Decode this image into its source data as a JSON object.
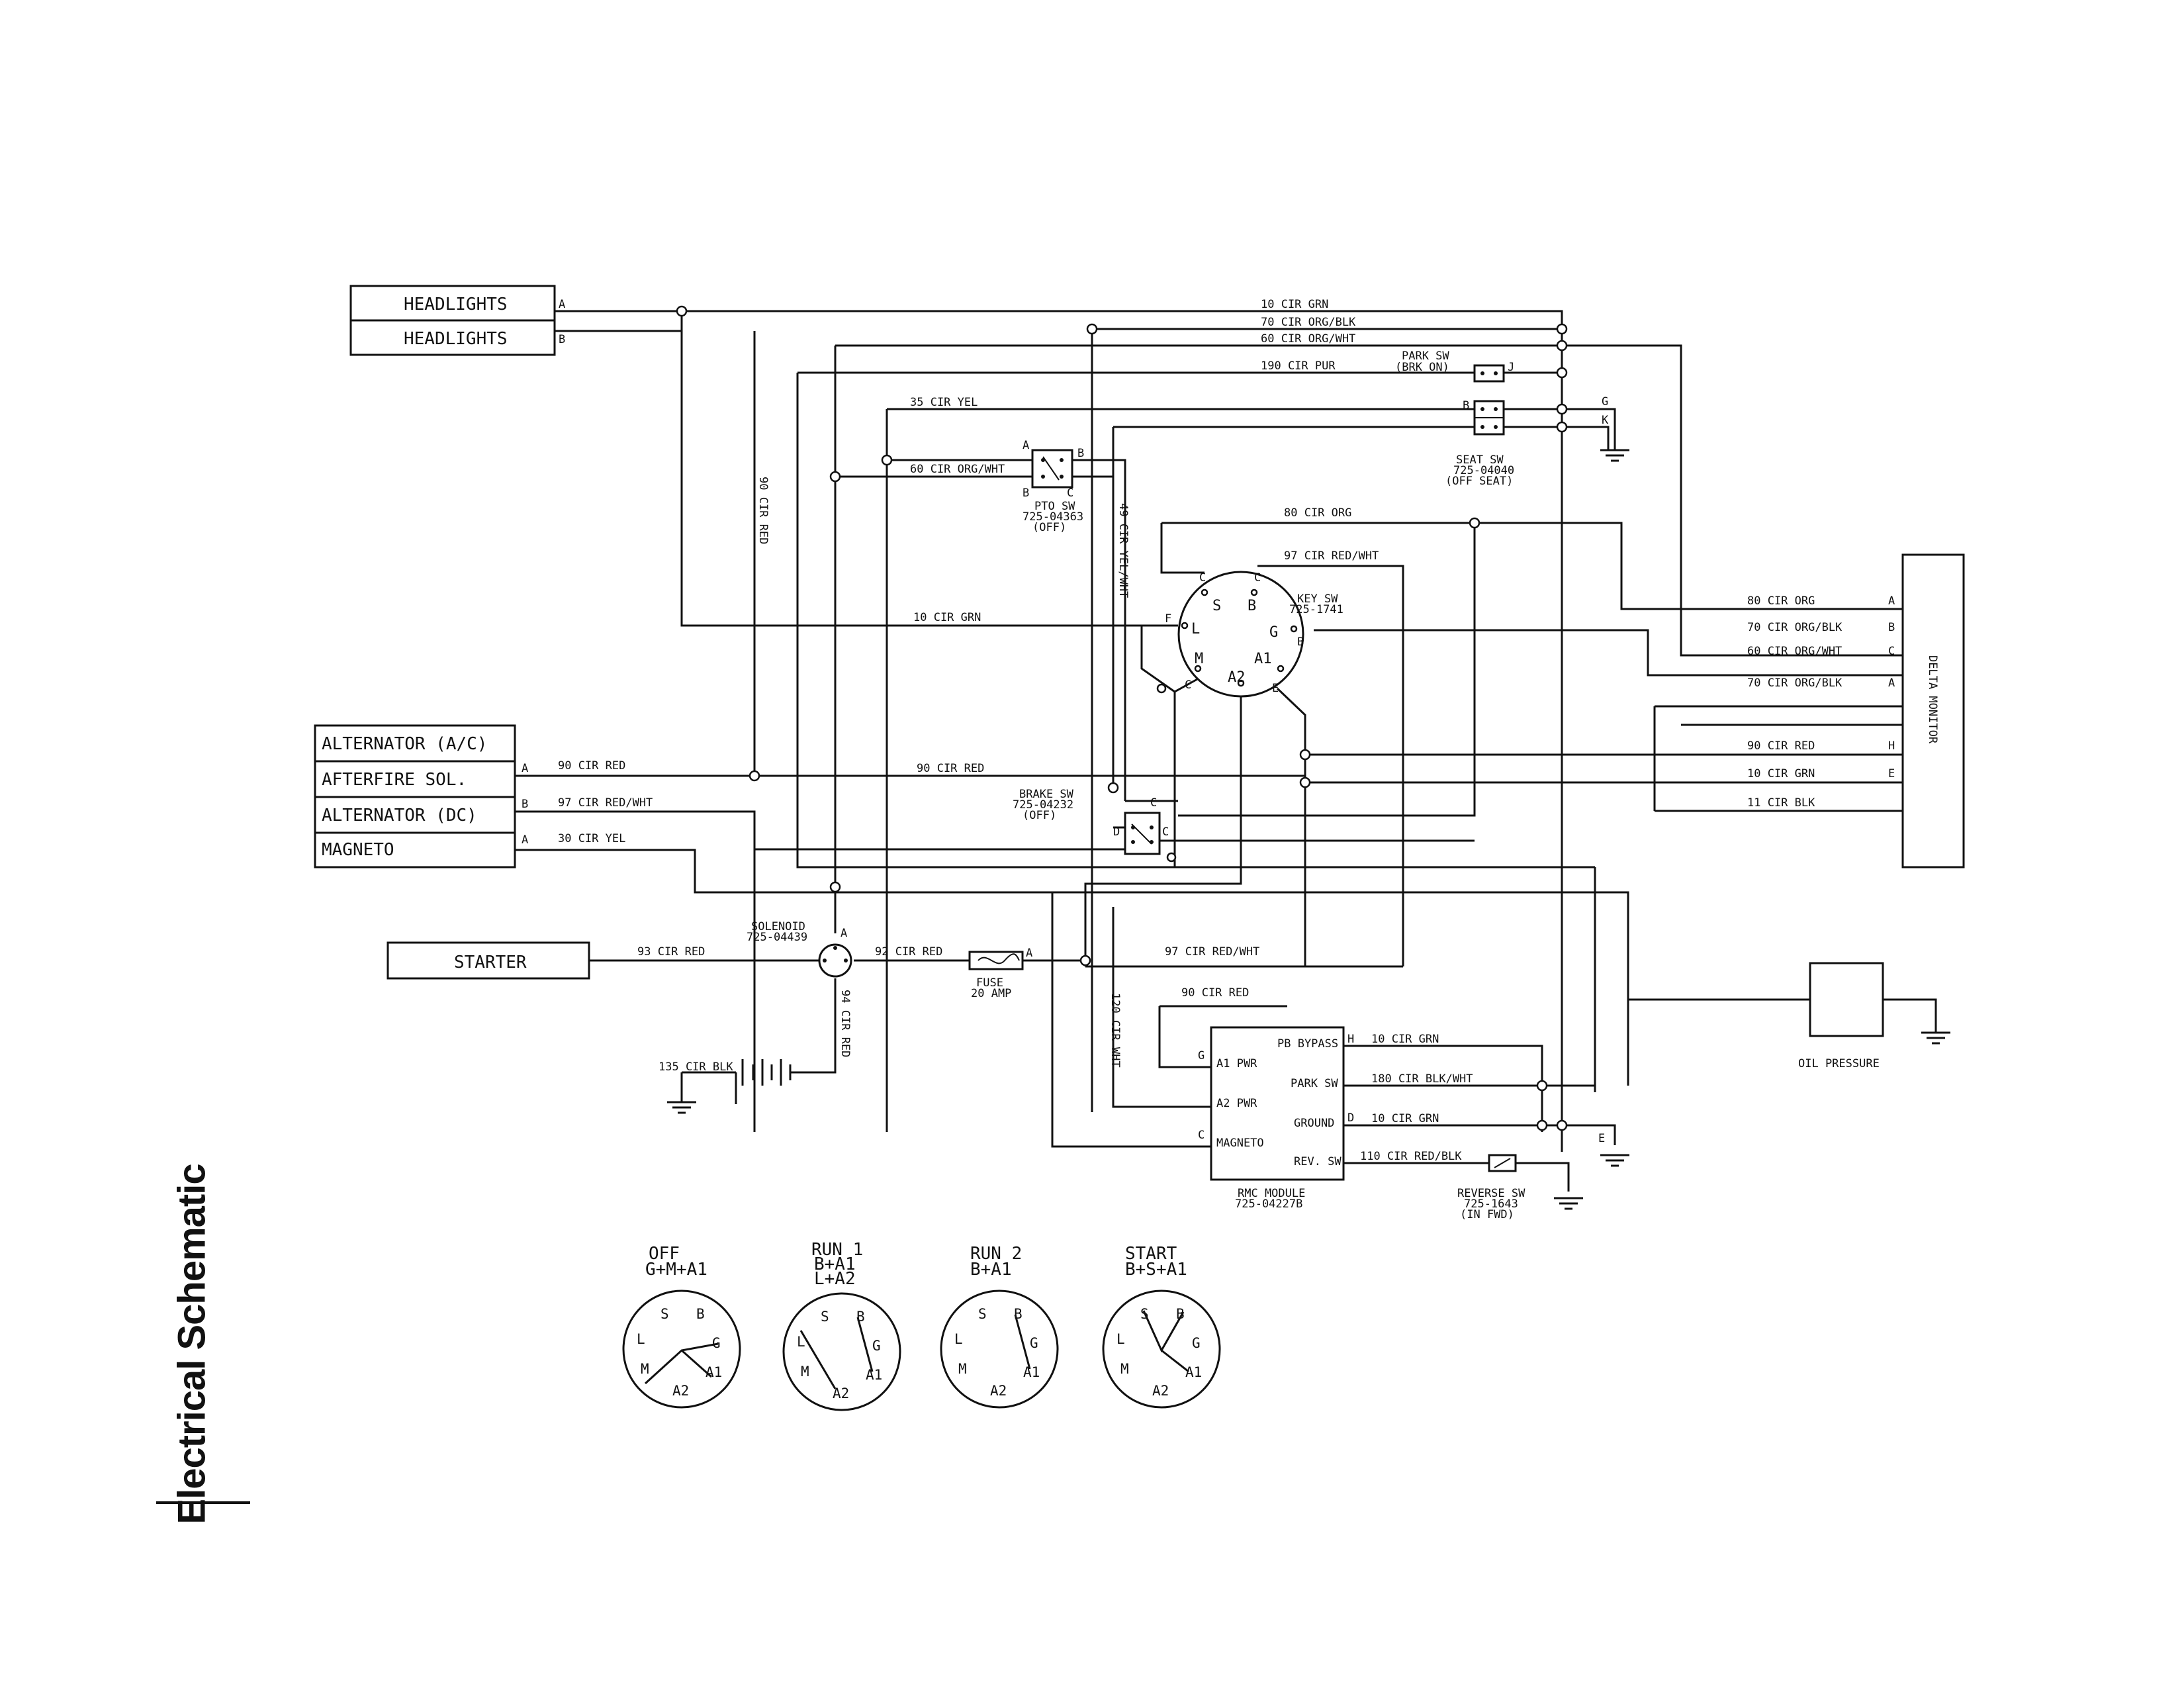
{
  "page": {
    "title": "Electrical Schematic"
  },
  "left_boxes": {
    "headlights_a": "HEADLIGHTS",
    "headlights_b": "HEADLIGHTS",
    "alternator_ac": "ALTERNATOR (A/C)",
    "afterfire": "AFTERFIRE SOL.",
    "alternator_dc": "ALTERNATOR (DC)",
    "magneto": "MAGNETO",
    "starter": "STARTER"
  },
  "pins": {
    "a": "A",
    "b": "B",
    "c": "C",
    "d": "D",
    "e": "E",
    "f": "F",
    "g": "G",
    "h": "H",
    "j": "J",
    "k": "K"
  },
  "wires": {
    "w10_grn": "10 CIR GRN",
    "w70_org_blk": "70 CIR ORG/BLK",
    "w60_org_wht": "60 CIR ORG/WHT",
    "w190_pur": "190 CIR PUR",
    "w35_yel": "35 CIR YEL",
    "w90_red": "90 CIR RED",
    "w49_yel_wht": "49 CIR YEL/WHT",
    "w80_org": "80 CIR ORG",
    "w97_red_wht": "97 CIR RED/WHT",
    "w30_yel": "30 CIR YEL",
    "w93_red": "93 CIR RED",
    "w92_red": "92 CIR RED",
    "w94_red": "94 CIR RED",
    "w135_blk": "135 CIR BLK",
    "w120_wht": "120 CIR WHT",
    "w180_blk_wht": "180 CIR BLK/WHT",
    "w110_red_blk": "110 CIR RED/BLK",
    "w11_blk": "11 CIR BLK"
  },
  "components": {
    "park_sw": [
      "PARK SW",
      "(BRK ON)"
    ],
    "seat_sw": [
      "SEAT SW",
      "725-04040",
      "(OFF SEAT)"
    ],
    "pto_sw": [
      "PTO SW",
      "725-04363",
      "(OFF)"
    ],
    "key_sw": [
      "KEY SW",
      "725-1741"
    ],
    "brake_sw": [
      "BRAKE SW",
      "725-04232",
      "(OFF)"
    ],
    "solenoid": [
      "SOLENOID",
      "725-04439"
    ],
    "fuse": [
      "FUSE",
      "20 AMP"
    ],
    "rmc_module": [
      "RMC MODULE",
      "725-04227B"
    ],
    "reverse_sw": [
      "REVERSE SW",
      "725-1643",
      "(IN FWD)"
    ],
    "delta_monitor": "DELTA MONITOR",
    "oil_pressure": "OIL PRESSURE"
  },
  "rmc_pins": {
    "a1_pwr": "A1 PWR",
    "a2_pwr": "A2 PWR",
    "magneto": "MAGNETO",
    "pb_bypass": "PB BYPASS",
    "park_sw": "PARK SW",
    "ground": "GROUND",
    "rev_sw": "REV. SW"
  },
  "key_terminals": {
    "s": "S",
    "b": "B",
    "l": "L",
    "g": "G",
    "m": "M",
    "a1": "A1",
    "a2": "A2"
  },
  "key_positions": [
    {
      "title": "OFF",
      "combo": [
        "G+M+A1"
      ]
    },
    {
      "title": "RUN 1",
      "combo": [
        "B+A1",
        "L+A2"
      ]
    },
    {
      "title": "RUN 2",
      "combo": [
        "B+A1"
      ]
    },
    {
      "title": "START",
      "combo": [
        "B+S+A1"
      ]
    }
  ]
}
